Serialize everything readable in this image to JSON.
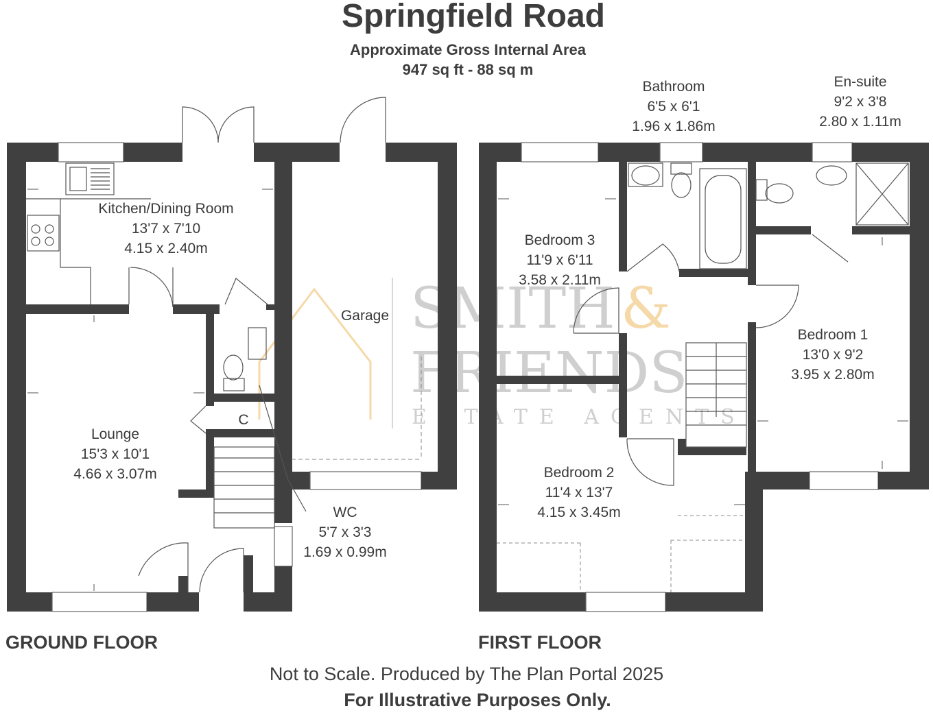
{
  "header": {
    "title": "Springfield Road",
    "subtitle_line1": "Approximate Gross Internal Area",
    "subtitle_line2": "947 sq ft - 88 sq m"
  },
  "ground_floor": {
    "label": "GROUND FLOOR",
    "rooms": [
      {
        "name": "Kitchen/Dining Room",
        "imperial": "13'7 x 7'10",
        "metric": "4.15 x 2.40m"
      },
      {
        "name": "Garage",
        "imperial": "",
        "metric": ""
      },
      {
        "name": "Lounge",
        "imperial": "15'3 x 10'1",
        "metric": "4.66 x 3.07m"
      },
      {
        "name": "WC",
        "imperial": "5'7 x 3'3",
        "metric": "1.69 x 0.99m"
      },
      {
        "name": "C",
        "imperial": "",
        "metric": ""
      }
    ]
  },
  "first_floor": {
    "label": "FIRST FLOOR",
    "rooms": [
      {
        "name": "Bathroom",
        "imperial": "6'5 x 6'1",
        "metric": "1.96 x 1.86m"
      },
      {
        "name": "En-suite",
        "imperial": "9'2 x 3'8",
        "metric": "2.80 x 1.11m"
      },
      {
        "name": "Bedroom 3",
        "imperial": "11'9 x 6'11",
        "metric": "3.58 x 2.11m"
      },
      {
        "name": "Bedroom 1",
        "imperial": "13'0 x 9'2",
        "metric": "3.95 x 2.80m"
      },
      {
        "name": "Bedroom 2",
        "imperial": "11'4 x 13'7",
        "metric": "4.15 x 3.45m"
      }
    ]
  },
  "watermark": {
    "line1": "SMITH",
    "ampersand": "&",
    "line2": "FRIENDS",
    "line3": "ESTATE AGENTS"
  },
  "footer": {
    "line1": "Not to Scale. Produced by The Plan Portal 2025",
    "line2": "For Illustrative Purposes Only."
  },
  "colors": {
    "wall": "#404040",
    "text": "#3a3a3a",
    "watermark_grey": "#cfcfcf",
    "watermark_accent": "#f5d9a8"
  }
}
